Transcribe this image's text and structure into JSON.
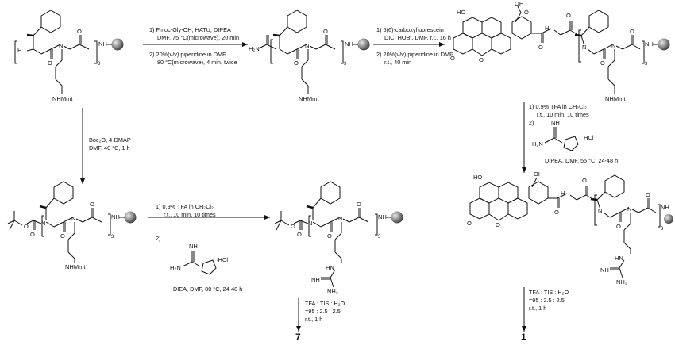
{
  "labels": {
    "H": "H",
    "N": "N",
    "NH": "NH",
    "O": "O",
    "OH": "OH",
    "HO": "HO",
    "H2N": "H₂N",
    "NH2": "NH₂",
    "HN": "HN",
    "NHMmt": "NHMmt",
    "repeat": "3",
    "HCl": "HCl",
    "HCl2": "·HCl",
    "NH_imine": "NH"
  },
  "conditions": {
    "step1": [
      "1) Fmoc-Gly-OH, HATU, DIPEA",
      "DMF, 75 °C(microwave), 20 min",
      "2) 20%(v/v) piperidine in DMF,",
      "80 °C(microwave), 4 min, twice"
    ],
    "step2": [
      "1) 5(6)-carboxyfluorescein",
      "DIC, HOBt, DMF, r.t., 16 h",
      "2) 20%(v/v) piperidine in DMF",
      "r.t., 40 min"
    ],
    "step3": [
      "1) 0.9% TFA in CH₂Cl₂",
      "r.t., 10 min, 10 times",
      "2)"
    ],
    "step3b": "DIPEA, DMF, 55 °C, 24-48 h",
    "step4": [
      "Boc₂O, 4-DMAP",
      "DMF, 40 °C, 1 h"
    ],
    "step5": [
      "1) 0.9% TFA in CH₂Cl₂",
      "r.t., 10 min, 10 times",
      "2)"
    ],
    "step5b": "DIEA, DMF, 80 °C, 24-48 h",
    "step6": [
      "TFA : TIS : H₂O",
      "=95 : 2.5 : 2.5",
      "r.t., 1 h"
    ],
    "step7": [
      "TFA : TIS : H₂O",
      "=95 : 2.5 : 2.5",
      "r.t., 1 h"
    ]
  },
  "compounds": {
    "c7": "7",
    "c1": "1"
  }
}
